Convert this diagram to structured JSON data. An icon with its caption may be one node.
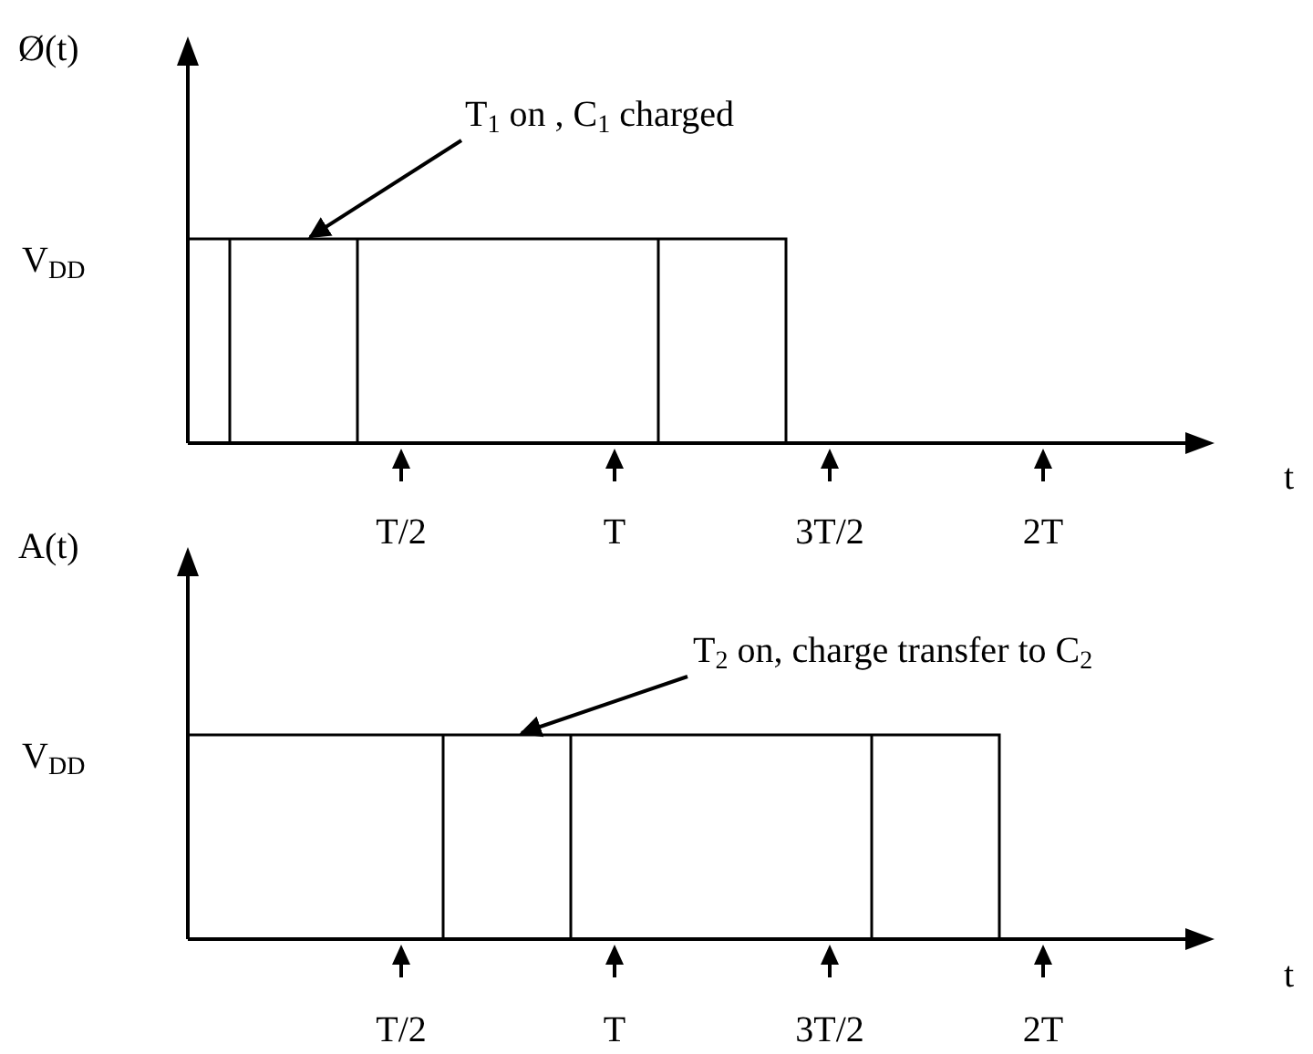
{
  "diagram": {
    "nodes": [
      {
        "text": [
          "T$_{1}$ on , C$_{1}$ charged"
        ]
      },
      {
        "text": [],
        "shape": "picture"
      },
      {
        "text": [
          "T$_{2}$ on, charge transfer to C$_{2}$"
        ]
      },
      {
        "text": [],
        "shape": "picture"
      }
    ],
    "edges": [
      {
        "from": 0,
        "to": 1,
        "arrow": "to"
      },
      {
        "from": 2,
        "to": 3,
        "arrow": "to"
      }
    ],
    "labels": [
      "Ø(t)",
      "V$_{DD}$",
      "t",
      "T/2",
      "T",
      "3T/2",
      "2T",
      "A(t)",
      "V$_{DD}$",
      "t",
      "T/2",
      "T",
      "3T/2",
      "2T"
    ]
  }
}
